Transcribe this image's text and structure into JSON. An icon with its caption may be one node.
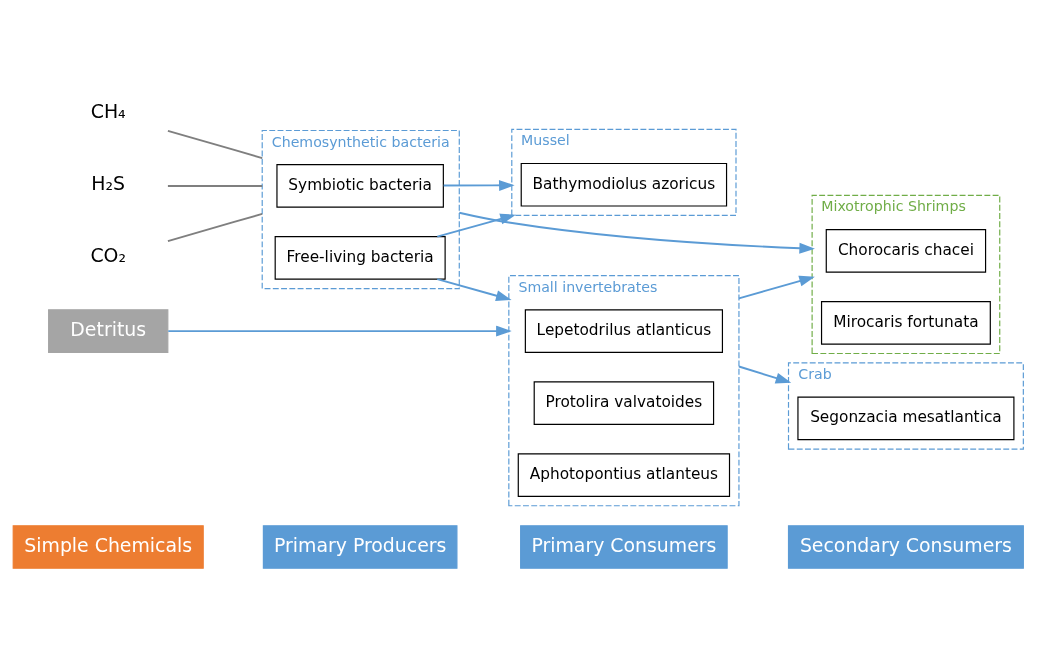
{
  "diagram": {
    "nodes": [
      {
        "text": [
          "Simple Chemicals"
        ]
      },
      {
        "text": [
          "Primary Producers"
        ]
      },
      {
        "text": [
          "Primary Consumers"
        ]
      },
      {
        "text": [
          "Secondary Consumers"
        ]
      },
      {
        "text": [
          "H₂S"
        ]
      },
      {
        "text": [
          "CO₂"
        ]
      },
      {
        "text": [
          "CH₄"
        ]
      },
      {
        "text": [
          "Chemosynthetic bacteria"
        ]
      },
      {
        "text": [
          "Symbiotic bacteria"
        ],
        "in": 7
      },
      {
        "text": [
          "Free-living bacteria"
        ],
        "in": 7
      },
      {
        "text": [
          "Mussel"
        ]
      },
      {
        "text": [
          "Bathymodiolus azoricus"
        ],
        "in": 10
      },
      {
        "text": [
          "Small invertebrates"
        ]
      },
      {
        "text": [
          "Lepetodrilus atlanticus"
        ],
        "in": 12
      },
      {
        "text": [
          "Protolira valvatoides"
        ],
        "in": 12
      },
      {
        "text": [
          "Aphotopontius atlanteus"
        ],
        "in": 12
      },
      {
        "text": [
          "Crab"
        ]
      },
      {
        "text": [
          "Segonzacia mesatlantica"
        ],
        "in": 16
      },
      {
        "text": [
          "Mixotrophic Shrimps"
        ]
      },
      {
        "text": [
          "Chorocaris chacei"
        ],
        "in": 18
      },
      {
        "text": [
          "Mirocaris fortunata"
        ],
        "in": 18
      },
      {
        "text": [
          "Detritus"
        ]
      }
    ],
    "edges": [
      {
        "from": 4,
        "to": 7,
        "arrow": "none",
        "color": "#7f7f7f"
      },
      {
        "from": 5,
        "to": 7,
        "arrow": "none",
        "color": "#7f7f7f"
      },
      {
        "from": 6,
        "to": 7,
        "arrow": "none",
        "color": "#7f7f7f"
      },
      {
        "from": 8,
        "to": 10,
        "arrow": "to"
      },
      {
        "from": 9,
        "to": 10,
        "arrow": "to"
      },
      {
        "from": 9,
        "to": 12,
        "arrow": "to"
      },
      {
        "from": 21,
        "to": 12,
        "arrow": "to"
      },
      {
        "from": 12,
        "to": 16,
        "arrow": "to"
      },
      {
        "from": 12,
        "to": 18,
        "arrow": "to"
      },
      {
        "from": 7,
        "to": 18,
        "arrow": "to"
      }
    ]
  }
}
